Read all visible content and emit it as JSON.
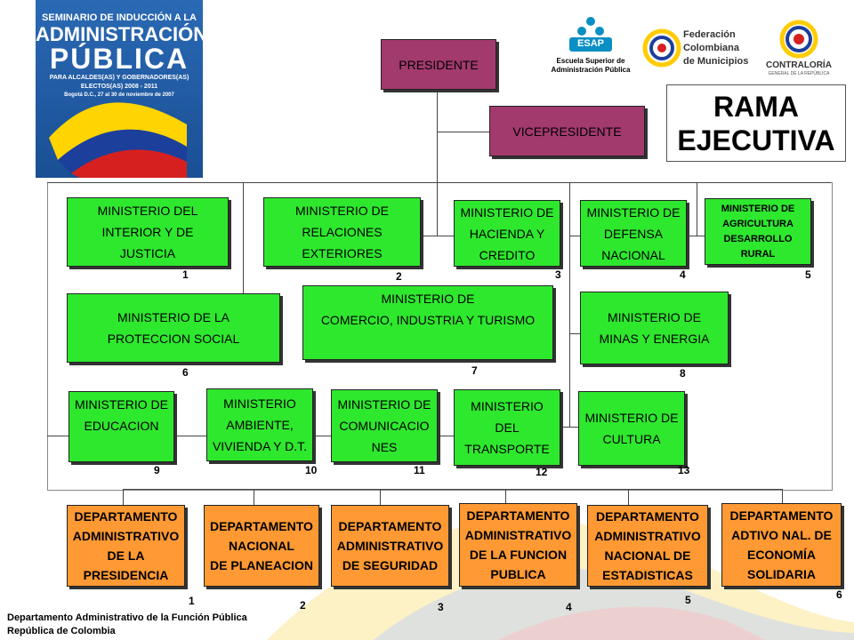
{
  "seminar": {
    "line1": "SEMINARIO DE INDUCCIÓN A LA",
    "line2": "ADMINISTRACIÓN",
    "line3": "PÚBLICA",
    "line4": "PARA ALCALDES(AS) Y GOBERNADORES(AS)",
    "line5": "ELECTOS(AS) 2008 - 2011",
    "line6": "Bogotá D.C., 27 al 30 de noviembre de 2007"
  },
  "logos": {
    "esap_acronym": "ESAP",
    "esap_name": "Escuela Superior de\nAdministración Pública",
    "fcm_name": "Federación\nColombiana\nde Municipios",
    "contraloria_name": "CONTRALORÍA",
    "contraloria_sub": "GENERAL DE LA REPÚBLICA"
  },
  "title": "RAMA\nEJECUTIVA",
  "presidente": "PRESIDENTE",
  "vicepresidente": "VICEPRESIDENTE",
  "ministerios": [
    {
      "label": "MINISTERIO DEL\nINTERIOR Y DE\nJUSTICIA",
      "num": "1"
    },
    {
      "label": "MINISTERIO DE\nRELACIONES\nEXTERIORES",
      "num": "2"
    },
    {
      "label": "MINISTERIO DE\nHACIENDA Y\nCREDITO",
      "num": "3"
    },
    {
      "label": "MINISTERIO DE\nDEFENSA\nNACIONAL",
      "num": "4"
    },
    {
      "label": "MINISTERIO DE\nAGRICULTURA\nDESARROLLO\nRURAL",
      "num": "5"
    },
    {
      "label": "MINISTERIO DE LA\nPROTECCION SOCIAL",
      "num": "6"
    },
    {
      "label": "MINISTERIO DE\nCOMERCIO, INDUSTRIA Y TURISMO",
      "num": "7"
    },
    {
      "label": "MINISTERIO DE\nMINAS Y ENERGIA",
      "num": "8"
    },
    {
      "label": "MINISTERIO DE\nEDUCACION",
      "num": "9"
    },
    {
      "label": "MINISTERIO\nAMBIENTE,\nVIVIENDA Y D.T.",
      "num": "10"
    },
    {
      "label": "MINISTERIO DE\nCOMUNICACIO\nNES",
      "num": "11"
    },
    {
      "label": "MINISTERIO\nDEL\nTRANSPORTE",
      "num": "12"
    },
    {
      "label": "MINISTERIO DE\nCULTURA",
      "num": "13"
    }
  ],
  "departamentos": [
    {
      "label": "DEPARTAMENTO\nADMINISTRATIVO\nDE LA\nPRESIDENCIA",
      "num": "1"
    },
    {
      "label": "DEPARTAMENTO\nNACIONAL\nDE PLANEACION",
      "num": "2"
    },
    {
      "label": "DEPARTAMENTO\nADMINISTRATIVO\nDE SEGURIDAD",
      "num": "3"
    },
    {
      "label": "DEPARTAMENTO\nADMINISTRATIVO\nDE LA FUNCION\nPUBLICA",
      "num": "4"
    },
    {
      "label": "DEPARTAMENTO\nADMINISTRATIVO\nNACIONAL DE\nESTADISTICAS",
      "num": "5"
    },
    {
      "label": "DEPARTAMENTO\nADTIVO NAL. DE\nECONOMÍA\nSOLIDARIA",
      "num": "6"
    }
  ],
  "footer": {
    "line1": "Departamento  Administrativo  de la Función Pública",
    "line2": "República de Colombia"
  },
  "colors": {
    "ministerio": "#2ee82e",
    "departamento": "#ff9933",
    "presidencia": "#a23a6e"
  }
}
